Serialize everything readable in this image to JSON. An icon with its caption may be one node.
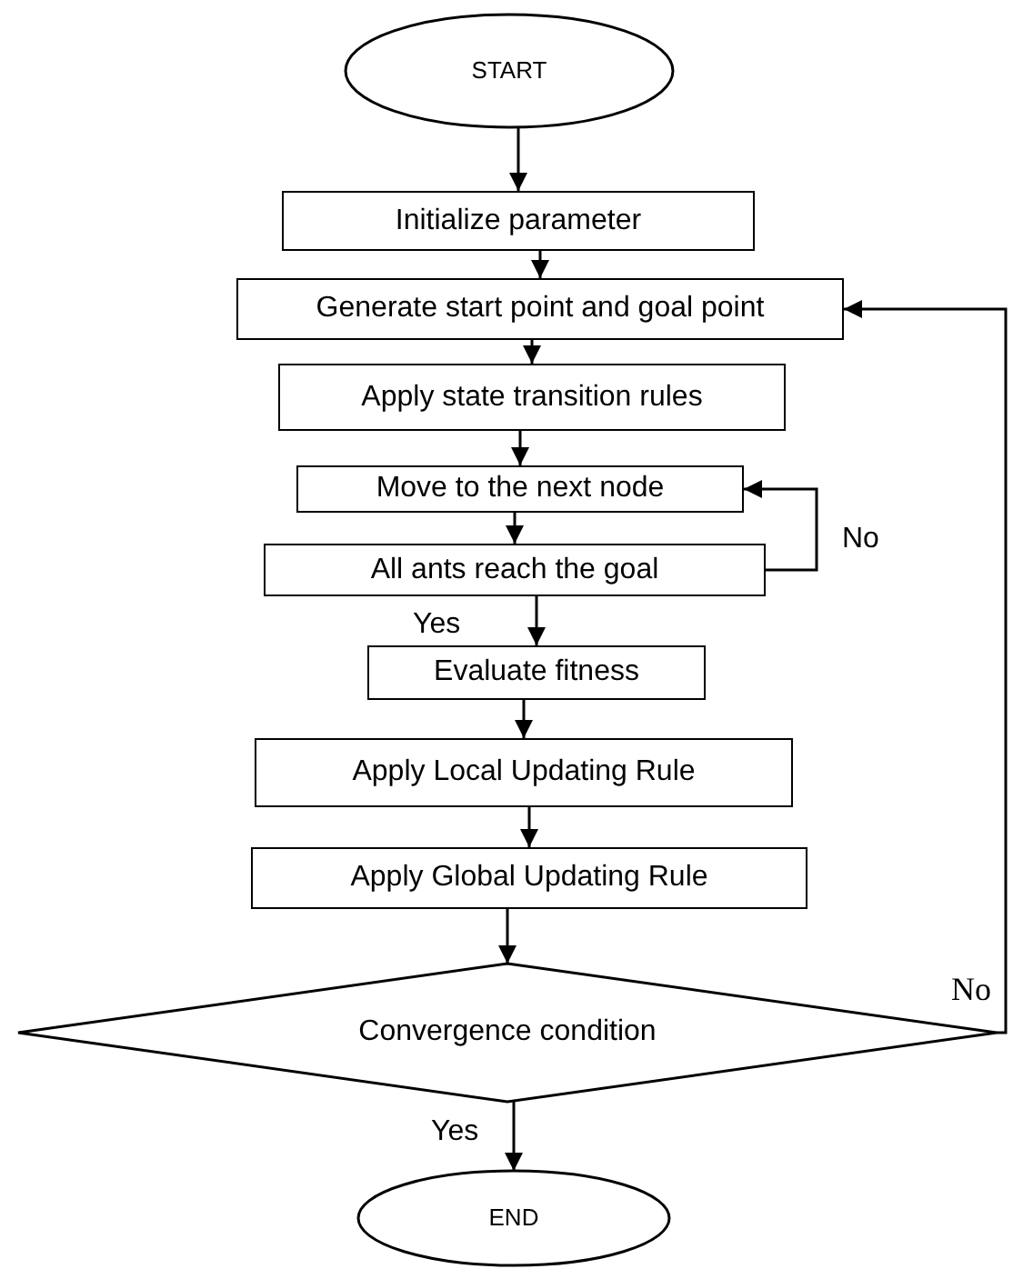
{
  "diagram": {
    "nodes": [
      {
        "text": [
          "START"
        ]
      },
      {
        "text": [
          "Initialize parameter"
        ]
      },
      {
        "text": [
          "Generate start point and goal point"
        ]
      },
      {
        "text": [
          "Apply state transition rules"
        ]
      },
      {
        "text": [
          "Move to the next node"
        ]
      },
      {
        "text": [
          "All ants reach the goal"
        ]
      },
      {
        "text": [
          "Evaluate fitness"
        ]
      },
      {
        "text": [
          "Apply Local Updating Rule"
        ]
      },
      {
        "text": [
          "Apply Global Updating Rule"
        ]
      },
      {
        "text": [
          "Convergence condition"
        ]
      },
      {
        "text": [
          "END"
        ]
      }
    ],
    "edges": [
      {
        "from": 0,
        "to": 1,
        "arrow": "to"
      },
      {
        "from": 1,
        "to": 2,
        "arrow": "to"
      },
      {
        "from": 2,
        "to": 3,
        "arrow": "to"
      },
      {
        "from": 3,
        "to": 4,
        "arrow": "to"
      },
      {
        "from": 4,
        "to": 5,
        "arrow": "to"
      },
      {
        "from": 5,
        "to": 4,
        "arrow": "to",
        "label": "No"
      },
      {
        "from": 5,
        "to": 6,
        "arrow": "to",
        "label": "Yes"
      },
      {
        "from": 6,
        "to": 7,
        "arrow": "to"
      },
      {
        "from": 7,
        "to": 8,
        "arrow": "to"
      },
      {
        "from": 8,
        "to": 9,
        "arrow": "to"
      },
      {
        "from": 9,
        "to": 2,
        "arrow": "to",
        "label": "No"
      },
      {
        "from": 9,
        "to": 10,
        "arrow": "to",
        "label": "Yes"
      }
    ]
  }
}
